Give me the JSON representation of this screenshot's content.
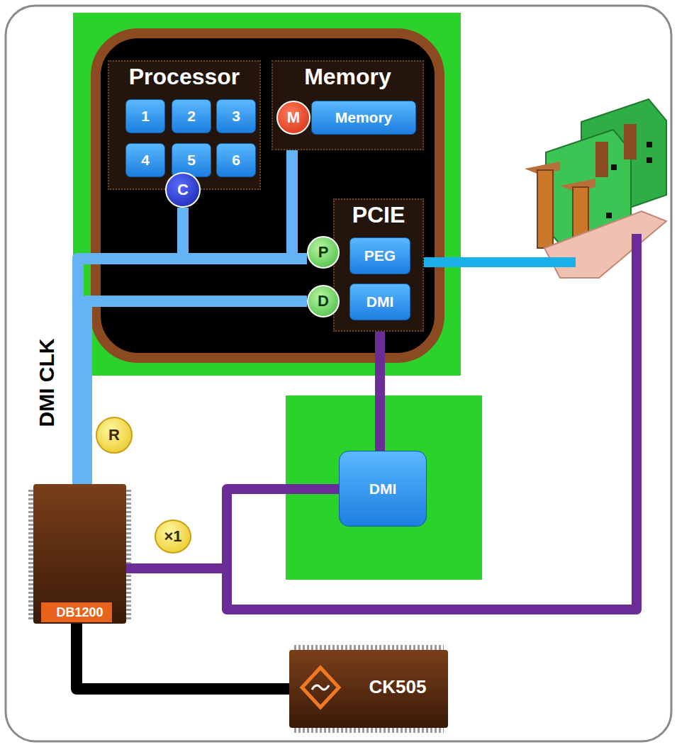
{
  "diagram": {
    "nodes": [
      {
        "text": [
          "Processor"
        ]
      },
      {
        "text": [
          "1"
        ],
        "in": 0
      },
      {
        "text": [
          "2"
        ],
        "in": 0
      },
      {
        "text": [
          "3"
        ],
        "in": 0
      },
      {
        "text": [
          "4"
        ],
        "in": 0
      },
      {
        "text": [
          "5"
        ],
        "in": 0
      },
      {
        "text": [
          "6"
        ],
        "in": 0
      },
      {
        "text": [
          "Memory"
        ]
      },
      {
        "text": [
          "M"
        ],
        "in": 7
      },
      {
        "text": [
          "Memory"
        ],
        "in": 7
      },
      {
        "text": [
          "C"
        ]
      },
      {
        "text": [
          "PCIE"
        ]
      },
      {
        "text": [
          "P"
        ]
      },
      {
        "text": [
          "PEG"
        ],
        "in": 11
      },
      {
        "text": [
          "D"
        ]
      },
      {
        "text": [
          "DMI"
        ],
        "in": 11
      },
      {
        "text": [
          "DMI"
        ]
      },
      {
        "text": [
          "R"
        ]
      },
      {
        "text": [
          "DB1200"
        ]
      },
      {
        "text": [
          "×1"
        ]
      },
      {
        "text": [
          "CK505"
        ]
      }
    ],
    "edges": [
      {
        "from": 18,
        "to": 10,
        "arrow": "none"
      },
      {
        "from": 18,
        "to": 7,
        "arrow": "none"
      },
      {
        "from": 18,
        "to": 12,
        "arrow": "none"
      },
      {
        "from": 18,
        "to": 14,
        "arrow": "none"
      },
      {
        "from": 15,
        "to": 16,
        "arrow": "none"
      },
      {
        "from": 18,
        "to": 16,
        "arrow": "none"
      },
      {
        "from": 20,
        "to": 18,
        "arrow": "none"
      }
    ],
    "labels": [
      "DMI CLK"
    ]
  }
}
